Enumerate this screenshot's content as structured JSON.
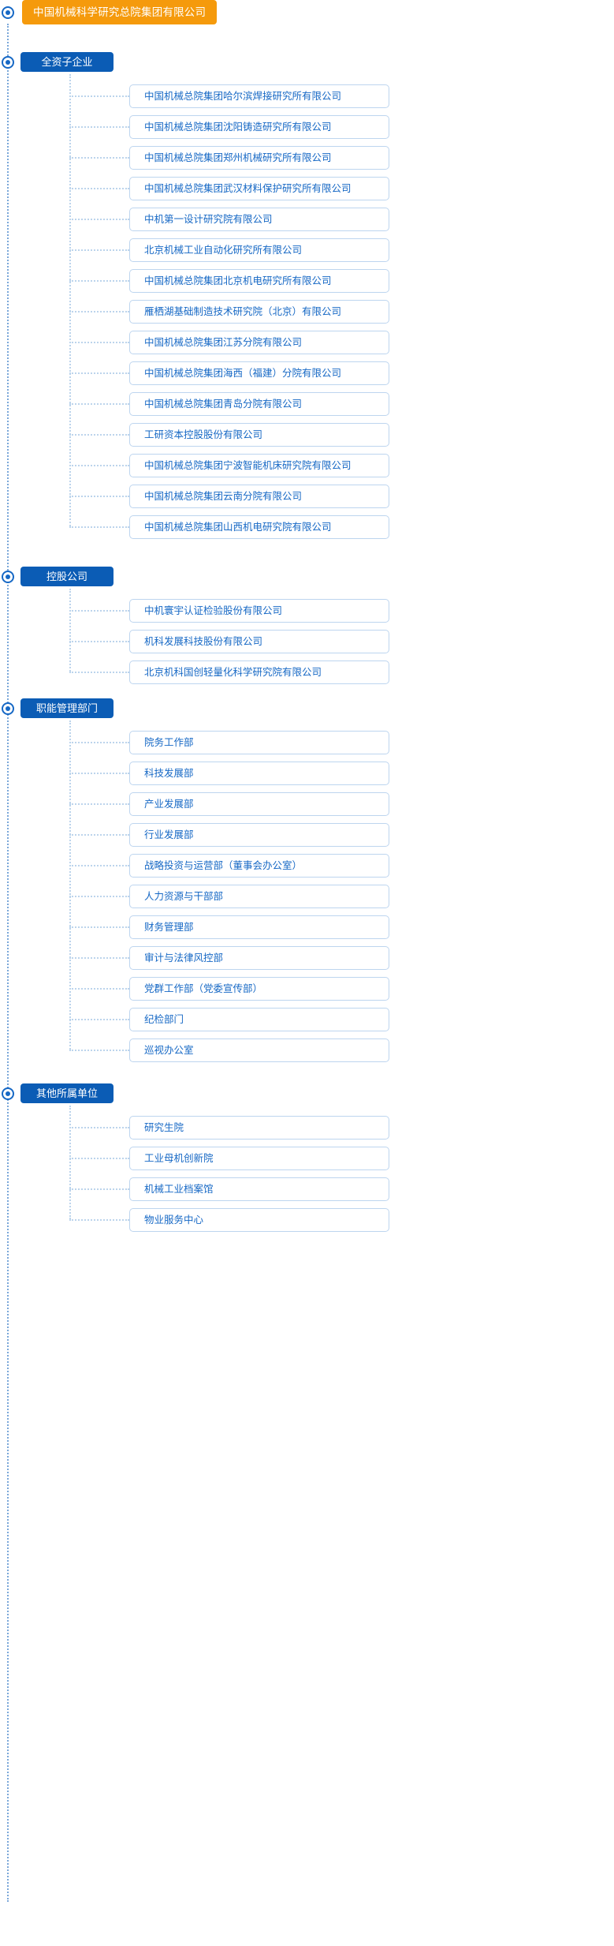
{
  "root": {
    "title": "中国机械科学研究总院集团有限公司",
    "marker_icon": "target-dot-icon",
    "accent_color": "#f59a0c"
  },
  "theme": {
    "section_color": "#0b5cb5",
    "node_text_color": "#1668c5",
    "node_border_color": "#bdd5ef",
    "spine_color": "#7aa7d9"
  },
  "sections": [
    {
      "label": "全资子企业",
      "marker_icon": "target-dot-icon",
      "children": [
        "中国机械总院集团哈尔滨焊接研究所有限公司",
        "中国机械总院集团沈阳铸造研究所有限公司",
        "中国机械总院集团郑州机械研究所有限公司",
        "中国机械总院集团武汉材料保护研究所有限公司",
        "中机第一设计研究院有限公司",
        "北京机械工业自动化研究所有限公司",
        "中国机械总院集团北京机电研究所有限公司",
        "雁栖湖基础制造技术研究院（北京）有限公司",
        "中国机械总院集团江苏分院有限公司",
        "中国机械总院集团海西（福建）分院有限公司",
        "中国机械总院集团青岛分院有限公司",
        "工研资本控股股份有限公司",
        "中国机械总院集团宁波智能机床研究院有限公司",
        "中国机械总院集团云南分院有限公司",
        "中国机械总院集团山西机电研究院有限公司"
      ]
    },
    {
      "label": "控股公司",
      "marker_icon": "target-dot-icon",
      "children": [
        "中机寰宇认证检验股份有限公司",
        "机科发展科技股份有限公司",
        "北京机科国创轻量化科学研究院有限公司"
      ]
    },
    {
      "label": "职能管理部门",
      "marker_icon": "target-dot-icon",
      "children": [
        "院务工作部",
        "科技发展部",
        "产业发展部",
        "行业发展部",
        "战略投资与运营部（董事会办公室）",
        "人力资源与干部部",
        "财务管理部",
        "审计与法律风控部",
        "党群工作部（党委宣传部）",
        "纪检部门",
        "巡视办公室"
      ]
    },
    {
      "label": "其他所属单位",
      "marker_icon": "target-dot-icon",
      "children": [
        "研究生院",
        "工业母机创新院",
        "机械工业档案馆",
        "物业服务中心"
      ]
    }
  ]
}
